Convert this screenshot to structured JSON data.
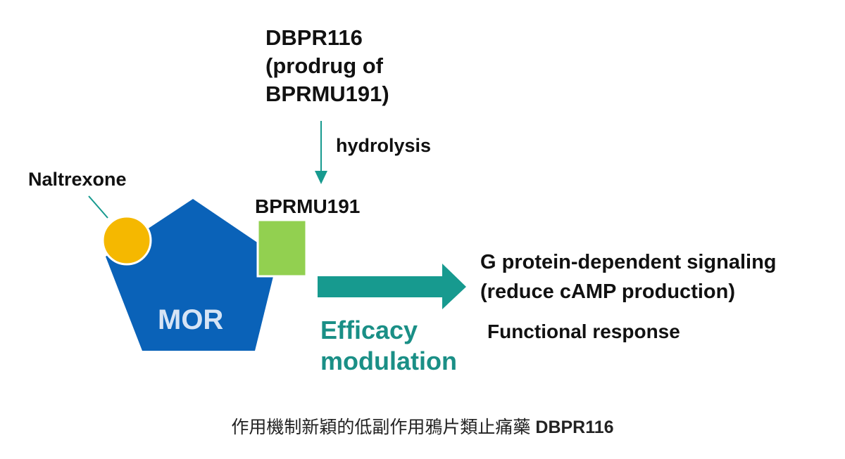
{
  "diagram": {
    "prodrug_lines": [
      "DBPR116",
      "(prodrug of",
      "BPRMU191)"
    ],
    "hydrolysis": "hydrolysis",
    "naltrexone": "Naltrexone",
    "active_compound": "BPRMU191",
    "receptor": "MOR",
    "efficacy_lines": [
      "Efficacy",
      "modulation"
    ],
    "signaling_lines": [
      "G protein-dependent signaling",
      "(reduce cAMP production)"
    ],
    "functional_response": "Functional response",
    "caption_text": "作用機制新穎的低副作用鴉片類止痛藥",
    "caption_drug": "DBPR116"
  },
  "colors": {
    "receptor_blue": "#0a62b8",
    "naltrexone_orange": "#f5b800",
    "bprmu_green": "#92d050",
    "teal_arrow": "#179a8f",
    "efficacy_text": "#1a8f86",
    "receptor_text": "#d6e4f5"
  }
}
